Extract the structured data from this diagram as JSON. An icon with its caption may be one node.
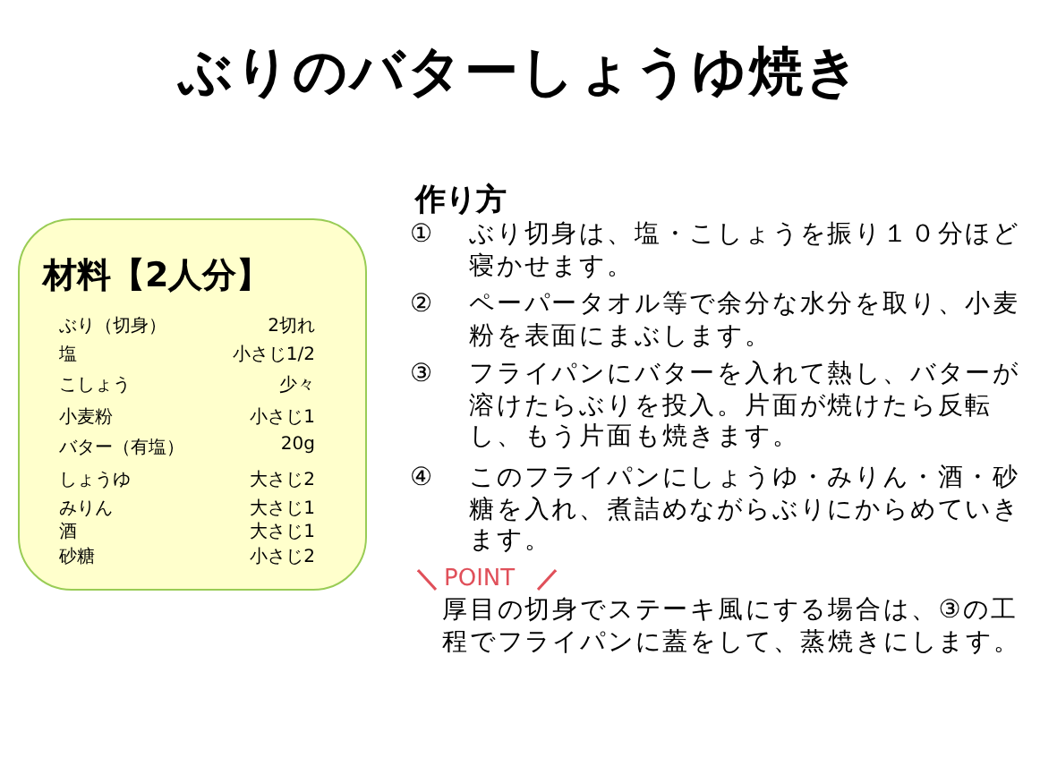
{
  "diagram": {
    "title": "ぶりのバターしょうゆ焼き",
    "nodes": [
      {
        "text": [
          "材料【2人分】",
          "ぶり（切身）",
          "2切れ",
          "塩",
          "小さじ1/2",
          "こしょう",
          "少々",
          "小麦粉",
          "小さじ1",
          "バター（有塩）",
          "20g",
          "しょうゆ",
          "大さじ2",
          "みりん",
          "大さじ1",
          "酒",
          "大さじ1",
          "砂糖",
          "小さじ2"
        ]
      }
    ],
    "labels": [
      "作り方",
      "①",
      "ぶり切身は、塩・こしょうを振り１０分ほど寝かせます。",
      "②",
      "ペーパータオル等で余分な水分を取り、小麦粉を表面にまぶします。",
      "③",
      "フライパンにバターを入れて熱し、バターが溶けたらぶりを投入。片面が焼けたら反転し、もう片面も焼きます。",
      "④",
      "このフライパンにしょうゆ・みりん・酒・砂糖を入れ、煮詰めながらぶりにからめていきます。",
      "POINT",
      "厚目の切身でステーキ風にする場合は、③の工程でフライパンに蓋をして、蒸焼きにします。"
    ]
  }
}
